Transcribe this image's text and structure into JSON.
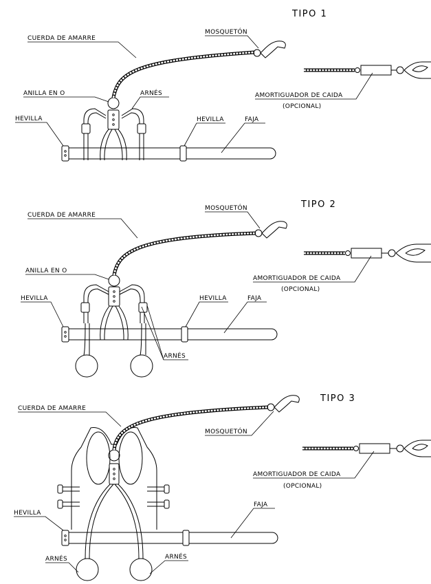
{
  "panels": [
    {
      "title": "TIPO 1",
      "labels": {
        "rope": "CUERDA DE AMARRE",
        "snap": "MOSQUETÓN",
        "ring": "ANILLA EN O",
        "harness": "ARNÉS",
        "buckle_left": "HEVILLA",
        "buckle_right": "HEVILLA",
        "belt": "FAJA",
        "absorber": "AMORTIGUADOR DE CAIDA",
        "optional": "(OPCIONAL)"
      }
    },
    {
      "title": "TIPO 2",
      "labels": {
        "rope": "CUERDA DE AMARRE",
        "snap": "MOSQUETÓN",
        "ring": "ANILLA EN O",
        "harness": "ARNÉS",
        "buckle_left": "HEVILLA",
        "buckle_right": "HEVILLA",
        "belt": "FAJA",
        "absorber": "AMORTIGUADOR DE CAIDA",
        "optional": "(OPCIONAL)"
      }
    },
    {
      "title": "TIPO 3",
      "labels": {
        "rope": "CUERDA DE AMARRE",
        "snap": "MOSQUETÓN",
        "buckle_left": "HEVILLA",
        "belt": "FAJA",
        "harness_left": "ARNÉS",
        "harness_right": "ARNÉS",
        "absorber": "AMORTIGUADOR DE CAIDA",
        "optional": "(OPCIONAL)"
      }
    }
  ]
}
